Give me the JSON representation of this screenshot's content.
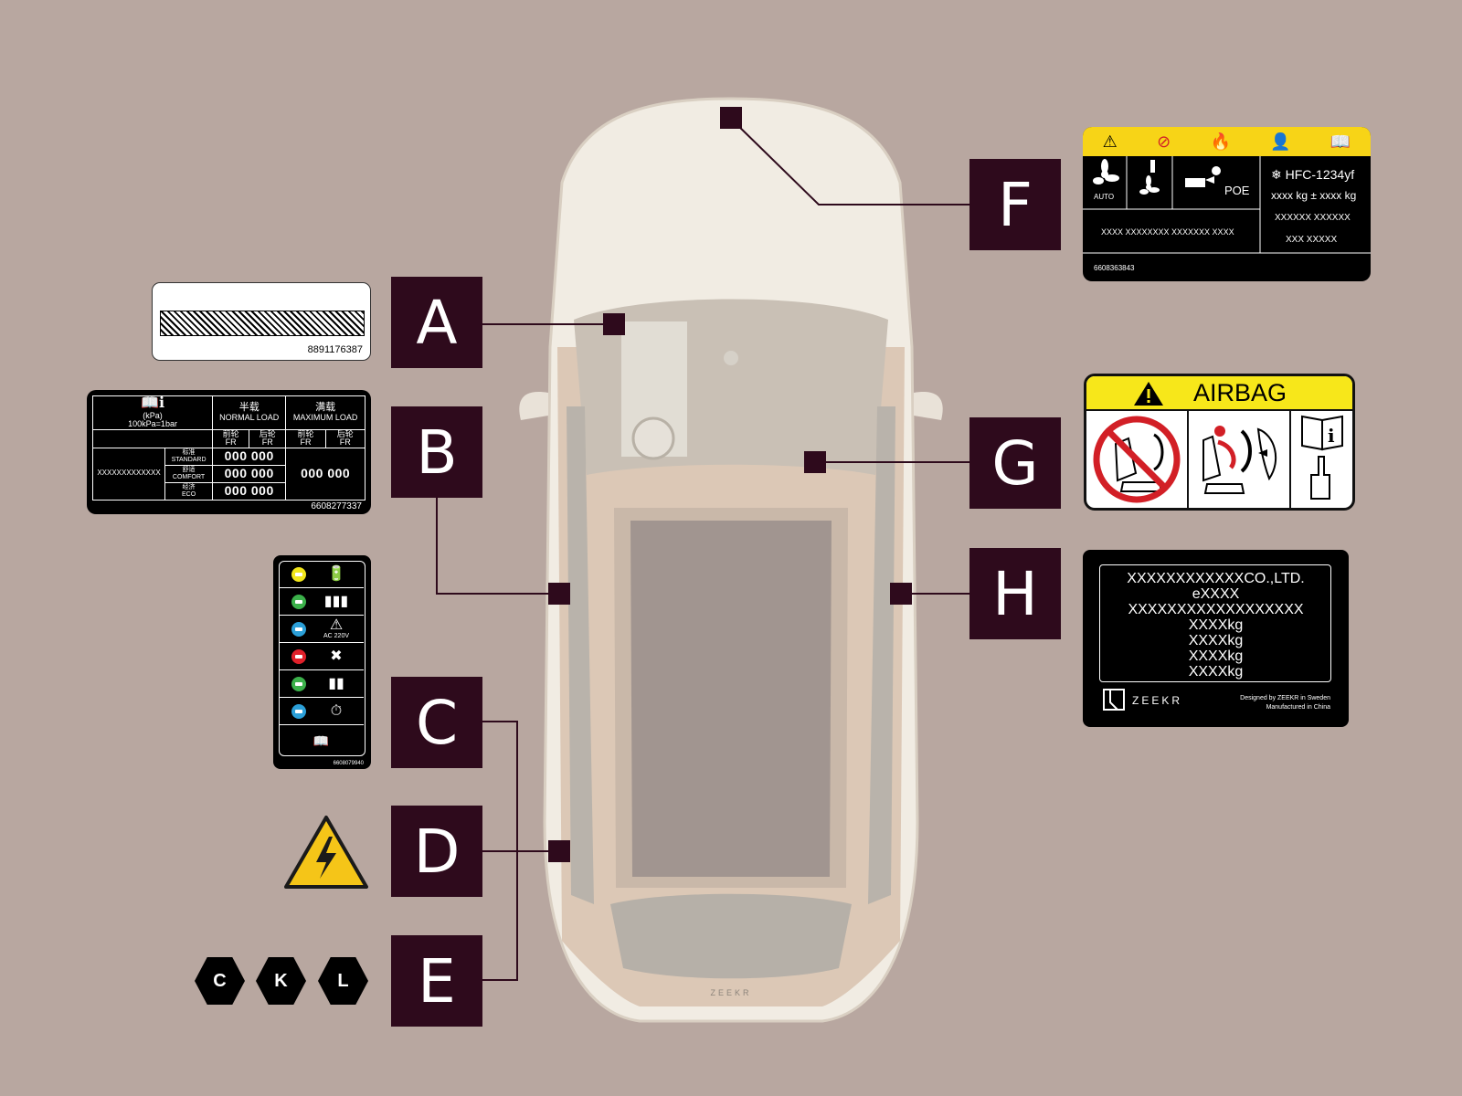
{
  "brand": "ZEEKR",
  "callouts": [
    "A",
    "B",
    "C",
    "D",
    "E",
    "F",
    "G",
    "H"
  ],
  "colors": {
    "background": "#b8a7a0",
    "callout": "#2e0a1c",
    "warning_yellow": "#f7d417",
    "car_body": "#f1ece3"
  },
  "label_a": {
    "code": "8891176387"
  },
  "label_b": {
    "icon": "manual-info-icon",
    "unit": "(kPa)",
    "unit_note": "100kPa=1bar",
    "half_load_cn": "半载",
    "half_load_en": "NORMAL LOAD",
    "max_load_cn": "满载",
    "max_load_en": "MAXIMUM LOAD",
    "front_cn": "前轮",
    "rear_cn": "后轮",
    "axle_en": "FR",
    "model": "XXXXXXXXXXXXX",
    "mode_standard_cn": "标准",
    "mode_standard_en": "STANDARD",
    "mode_comfort_cn": "舒适",
    "mode_comfort_en": "COMFORT",
    "mode_eco_cn": "经济",
    "mode_eco_en": "ECO",
    "value_standard": "000 000",
    "value_comfort": "000 000",
    "value_eco": "000 000",
    "value_max": "000 000",
    "code": "6608277337"
  },
  "label_c": {
    "rows": [
      {
        "dot": "#f2e61a",
        "icon": "battery-charging-icon"
      },
      {
        "dot": "#3bb04a",
        "icon": "battery-full-icon"
      },
      {
        "dot": "#2b9fd8",
        "icon": "high-voltage-icon",
        "text": "AC 220V"
      },
      {
        "dot": "#e0202a",
        "icon": "charging-fault-icon"
      },
      {
        "dot": "#3bb04a",
        "icon": "battery-level-icon"
      },
      {
        "dot": "#2b9fd8",
        "icon": "scheduled-charging-icon"
      }
    ],
    "footer_icon": "manual-info-icon",
    "code": "6608079940"
  },
  "label_d": {
    "icon": "high-voltage-warning-icon"
  },
  "label_e": {
    "symbols": [
      "C",
      "K",
      "L"
    ]
  },
  "label_f": {
    "top_icons": [
      "warning-icon",
      "no-open-flame-icon",
      "flammable-icon",
      "certified-technician-icon",
      "manual-icon"
    ],
    "auto_text": "AUTO",
    "oil": "POE",
    "refrigerant": "HFC-1234yf",
    "quantity": "xxxx kg ± xxxx kg",
    "line1": "XXXX XXXXXXXX XXXXXXX XXXX",
    "line2": "XXXXXX XXXXXX",
    "line3": "XXX XXXXX",
    "code": "6608363843"
  },
  "label_g": {
    "title": "AIRBAG"
  },
  "label_h": {
    "lines": [
      "XXXXXXXXXXXXCO.,LTD.",
      "eXXXX",
      "XXXXXXXXXXXXXXXXXX",
      "XXXXkg",
      "XXXXkg",
      "XXXXkg",
      "XXXXkg"
    ],
    "brand": "ZEEKR",
    "designed": "Designed by ZEEKR in Sweden",
    "manufactured": "Manufactured in China"
  }
}
